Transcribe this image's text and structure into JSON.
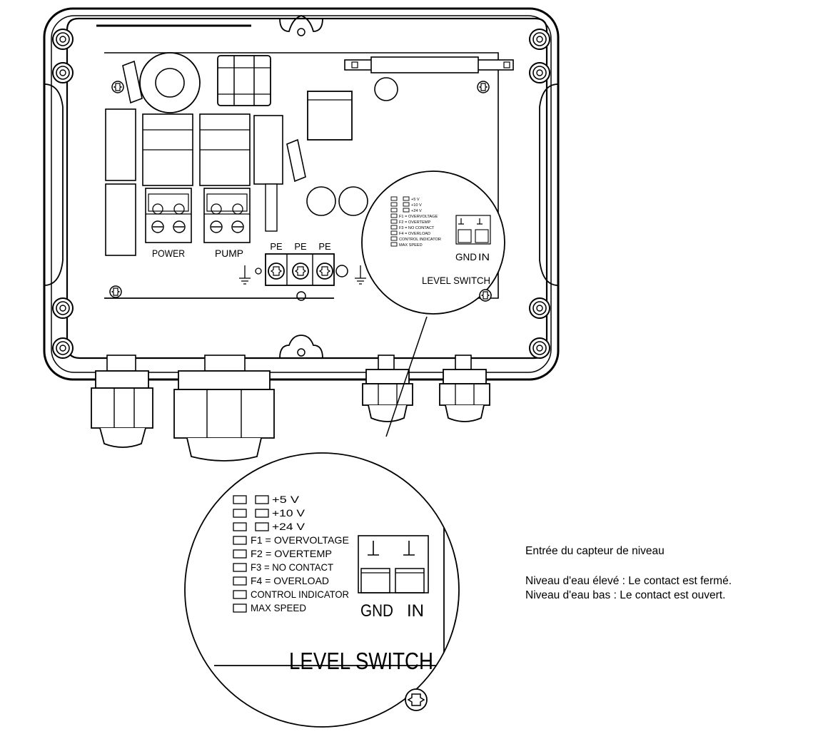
{
  "terminals": {
    "power": "POWER",
    "pump": "PUMP",
    "pe": [
      "PE",
      "PE",
      "PE"
    ]
  },
  "indicator_panel": {
    "rows": [
      "+5 V",
      "+10 V",
      "+24 V",
      "F1 = OVERVOLTAGE",
      "F2 = OVERTEMP",
      "F3 = NO CONTACT",
      "F4 = OVERLOAD",
      "CONTROL INDICATOR",
      "MAX SPEED"
    ],
    "gnd": "GND",
    "in": "IN",
    "title": "LEVEL SWITCH"
  },
  "notes": {
    "heading": "Entrée du capteur de niveau",
    "high": "Niveau d'eau élevé : Le contact est fermé.",
    "low": "Niveau d'eau bas : Le contact est ouvert."
  }
}
